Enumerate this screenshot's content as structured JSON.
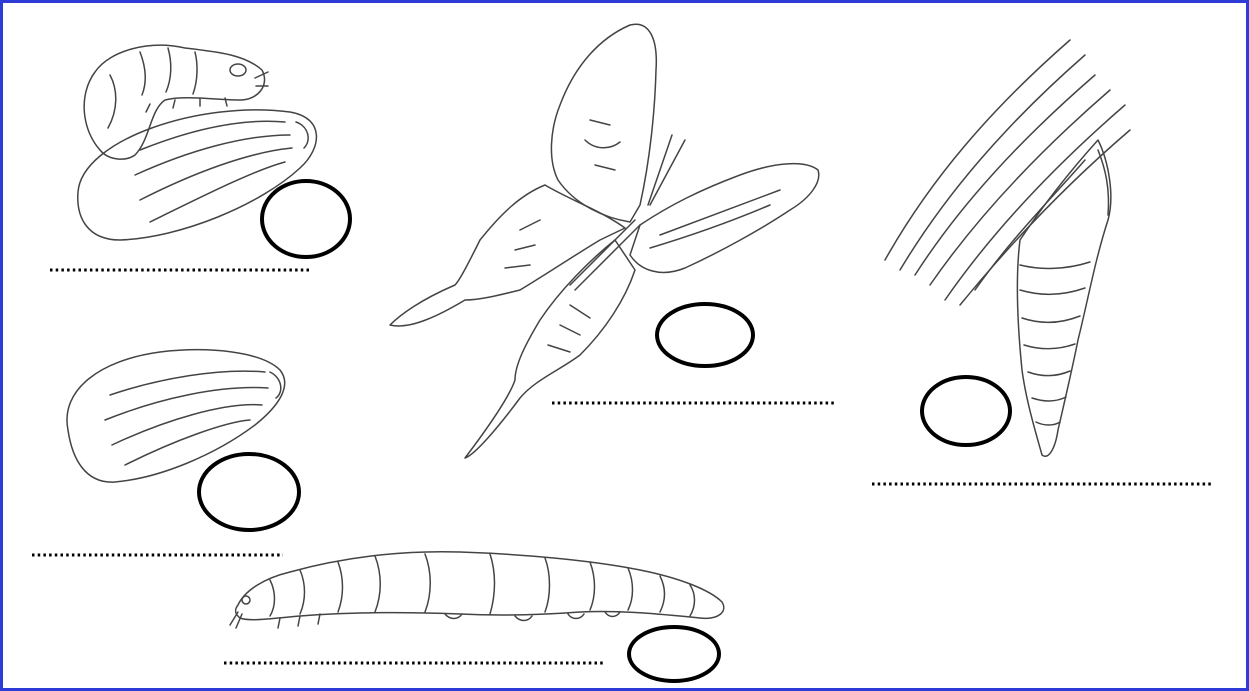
{
  "worksheet": {
    "border_color": "#2f3bd6",
    "line_color": "#000000",
    "items": [
      {
        "picture": "caterpillar-on-seed-drawing",
        "answer_circle": "",
        "answer_line": ""
      },
      {
        "picture": "butterfly-drawing",
        "answer_circle": "",
        "answer_line": ""
      },
      {
        "picture": "pupa-on-branch-drawing",
        "answer_circle": "",
        "answer_line": ""
      },
      {
        "picture": "egg-seed-drawing",
        "answer_circle": "",
        "answer_line": ""
      },
      {
        "picture": "larva-drawing",
        "answer_circle": "",
        "answer_line": ""
      }
    ]
  }
}
